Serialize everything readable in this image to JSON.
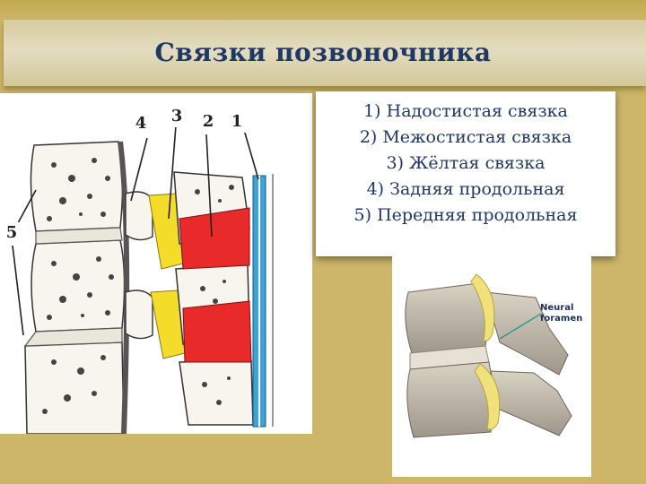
{
  "slide": {
    "title": "Связки позвоночника",
    "ligaments": [
      "1)   Надостистая связка",
      "2)    Межостистая связка",
      "3)   Жёлтая связка",
      "4)   Задняя продольная",
      "5)   Передняя продольная"
    ]
  },
  "diagram": {
    "labels": {
      "n1": "1",
      "n2": "2",
      "n3": "3",
      "n4": "4",
      "n5": "5"
    }
  },
  "photo": {
    "annotation_line1": "Neural",
    "annotation_line2": "foramen"
  },
  "colors": {
    "title_text": "#1f3864",
    "background": "#cdb66a",
    "ligament_red": "#e82a2a",
    "ligament_yellow": "#f4dc2a",
    "ligament_blue": "#3aa3d8"
  }
}
